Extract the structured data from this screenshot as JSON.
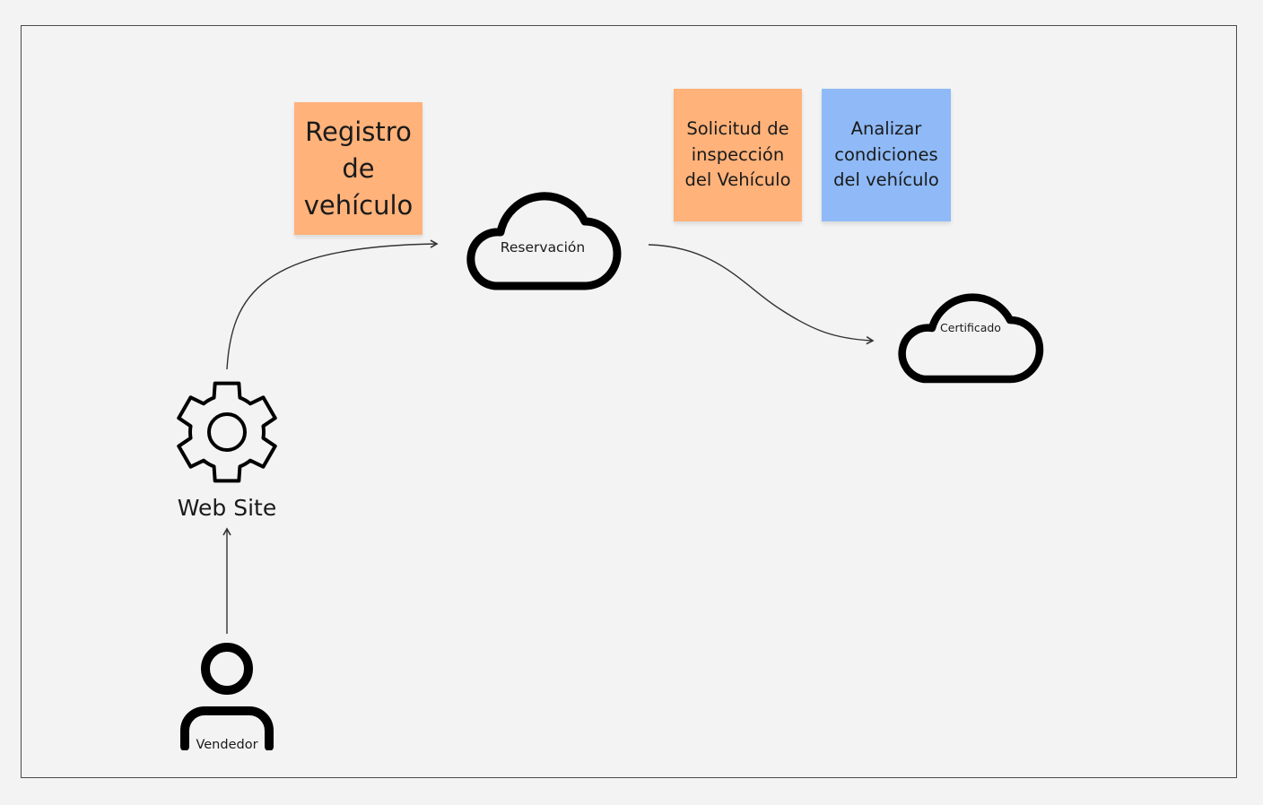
{
  "stickies": {
    "registro": [
      "Registro",
      "de",
      "vehículo"
    ],
    "solicitud": [
      "Solicitud de",
      "inspección",
      "del Vehículo"
    ],
    "analizar": [
      "Analizar",
      "condiciones",
      "del vehículo"
    ]
  },
  "nodes": {
    "reservacion": "Reservación",
    "certificado": "Certificado",
    "website": "Web Site",
    "vendedor": "Vendedor"
  },
  "colors": {
    "sticky_orange": "#ffb27a",
    "sticky_blue": "#8fbaf7",
    "stroke": "#000000",
    "connector": "#333333",
    "frame_border": "#4a4a4a",
    "background": "#f3f3f3"
  },
  "icons": {
    "reservacion": "cloud-icon",
    "certificado": "cloud-icon",
    "website": "gear-icon",
    "vendedor": "user-icon"
  }
}
